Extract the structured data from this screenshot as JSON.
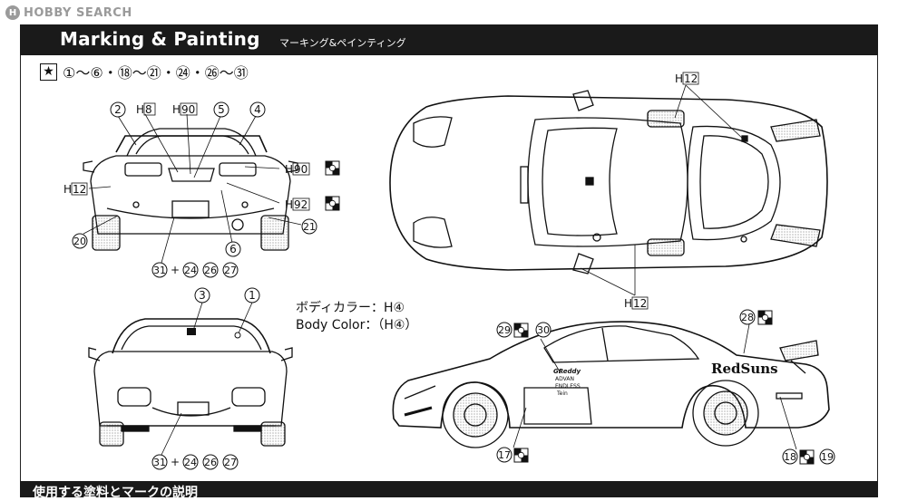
{
  "watermark": {
    "logo": "H",
    "text": "HOBBY SEARCH"
  },
  "header": {
    "title": "Marking & Painting",
    "subtitle": "マーキング&ペインティング"
  },
  "codes": {
    "star": "★",
    "parts": "①～⑥・⑱～㉑・㉔・㉖～㉛"
  },
  "body_color": {
    "jp": "ボディカラー：H④",
    "en": "Body Color：（H④）"
  },
  "footer": {
    "text": "使用する塗料とマークの説明"
  },
  "views": {
    "rear": {
      "circles": [
        "2",
        "5",
        "4",
        "20",
        "21",
        "6",
        "31",
        "24",
        "26",
        "27"
      ],
      "h_labels": [
        "8",
        "90",
        "12",
        "90",
        "92"
      ],
      "plus": "+"
    },
    "front": {
      "circles": [
        "3",
        "1",
        "31",
        "24",
        "26",
        "27"
      ],
      "plus": "+"
    },
    "top": {
      "h_labels": [
        "12",
        "12"
      ]
    },
    "side": {
      "circles": [
        "29",
        "30",
        "28",
        "17",
        "18",
        "19"
      ],
      "sponsors": [
        "RedSuns",
        "GReddy",
        "ADVAN",
        "ENDLESS",
        "Tein"
      ]
    }
  },
  "colors": {
    "header_bg": "#1a1a1a",
    "line": "#111111",
    "paper": "#ffffff",
    "watermark": "#9a9a9a"
  }
}
